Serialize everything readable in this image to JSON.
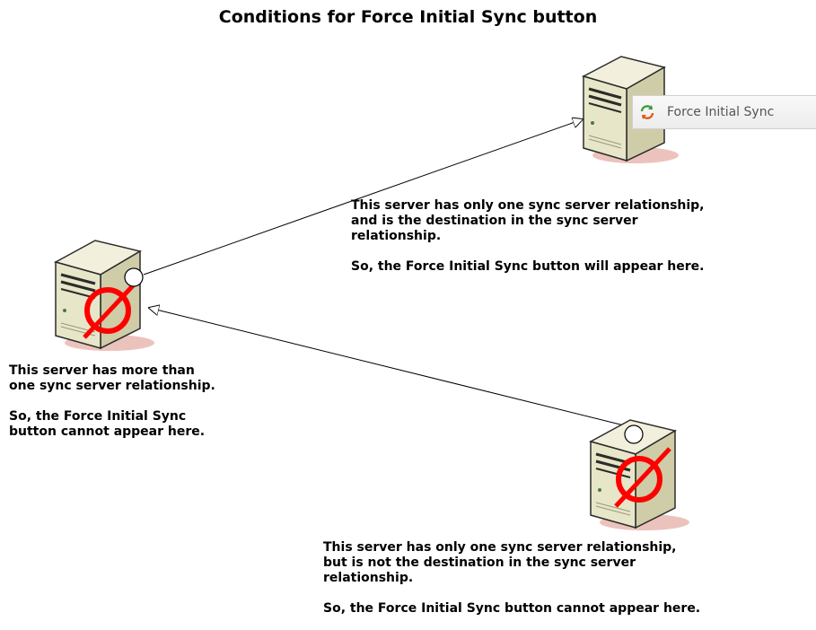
{
  "title": "Conditions for Force Initial Sync button",
  "button": {
    "label": "Force Initial Sync",
    "icon": "sync-refresh-icon"
  },
  "captions": {
    "top": {
      "line1": "This server has only one sync server relationship,",
      "line2": "and is the destination in the sync server",
      "line3": "relationship.",
      "line4": "So, the Force Initial Sync button will appear here."
    },
    "left": {
      "line1": "This server has more than",
      "line2": "one sync server relationship.",
      "line3": "So, the Force Initial Sync",
      "line4": "button cannot appear here."
    },
    "bottom": {
      "line1": "This server has only one sync server relationship,",
      "line2": "but is not the destination in the sync server",
      "line3": "relationship.",
      "line4": "So, the Force Initial Sync button cannot appear here."
    }
  },
  "colors": {
    "prohibited": "#ff0000",
    "server_body": "#e8e6c8",
    "server_shadow": "#e9b9b0"
  }
}
